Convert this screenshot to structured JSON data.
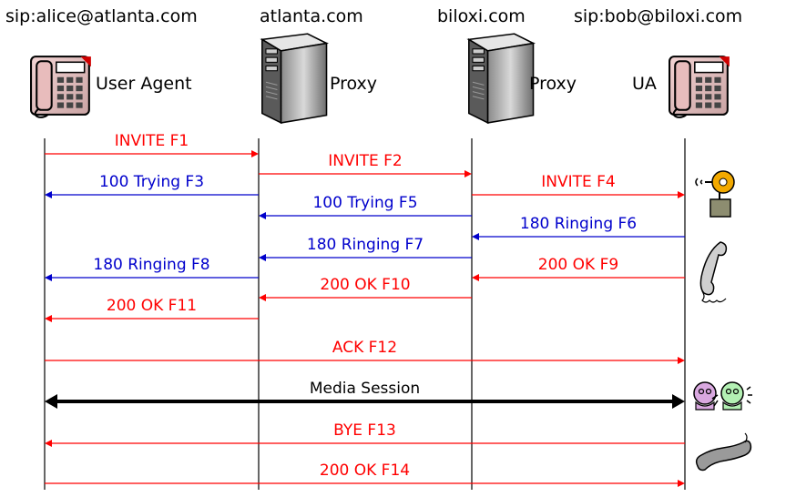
{
  "colors": {
    "request": "#ff0000",
    "provisional": "#0000cc",
    "media": "#000000",
    "lifeline": "#000000"
  },
  "parties": [
    {
      "header": "sip:alice@atlanta.com",
      "role": "User Agent",
      "icon": "telephone-icon"
    },
    {
      "header": "atlanta.com",
      "role": "Proxy",
      "icon": "server-tower-icon"
    },
    {
      "header": "biloxi.com",
      "role": "Proxy",
      "icon": "server-tower-icon"
    },
    {
      "header": "sip:bob@biloxi.com",
      "role": "UA",
      "icon": "telephone-icon"
    }
  ],
  "messages": [
    {
      "label": "INVITE F1",
      "from": 0,
      "to": 1,
      "color": "#ff0000"
    },
    {
      "label": "INVITE F2",
      "from": 1,
      "to": 2,
      "color": "#ff0000"
    },
    {
      "label": "100 Trying F3",
      "from": 1,
      "to": 0,
      "color": "#0000cc"
    },
    {
      "label": "INVITE F4",
      "from": 2,
      "to": 3,
      "color": "#ff0000"
    },
    {
      "label": "100 Trying F5",
      "from": 2,
      "to": 1,
      "color": "#0000cc"
    },
    {
      "label": "180 Ringing F6",
      "from": 3,
      "to": 2,
      "color": "#0000cc"
    },
    {
      "label": "180 Ringing F7",
      "from": 2,
      "to": 1,
      "color": "#0000cc"
    },
    {
      "label": "180 Ringing F8",
      "from": 1,
      "to": 0,
      "color": "#0000cc"
    },
    {
      "label": "200 OK F9",
      "from": 3,
      "to": 2,
      "color": "#ff0000"
    },
    {
      "label": "200 OK F10",
      "from": 2,
      "to": 1,
      "color": "#ff0000"
    },
    {
      "label": "200 OK F11",
      "from": 1,
      "to": 0,
      "color": "#ff0000"
    },
    {
      "label": "ACK F12",
      "from": 0,
      "to": 3,
      "color": "#ff0000"
    },
    {
      "label": "Media Session",
      "from": 0,
      "to": 3,
      "color": "#000000",
      "bidirectional": true
    },
    {
      "label": "BYE F13",
      "from": 3,
      "to": 0,
      "color": "#ff0000"
    },
    {
      "label": "200 OK F14",
      "from": 0,
      "to": 3,
      "color": "#ff0000"
    }
  ],
  "side_icons": [
    "ringing-bell-icon",
    "handset-icon",
    "talking-people-icon",
    "hung-up-handset-icon"
  ]
}
